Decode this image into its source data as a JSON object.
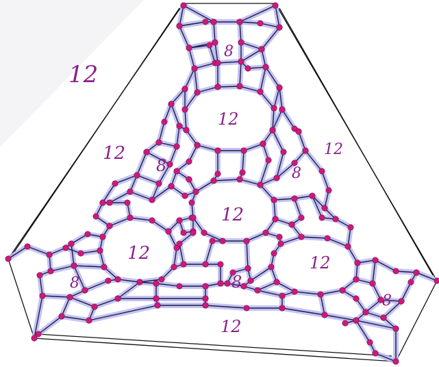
{
  "diagram": {
    "ring_labels": [
      {
        "id": "outer-top-left",
        "text": "12"
      },
      {
        "id": "outer-left",
        "text": "12"
      },
      {
        "id": "outer-right",
        "text": "12"
      },
      {
        "id": "outer-bottom",
        "text": "12"
      },
      {
        "id": "cage-top",
        "text": "12"
      },
      {
        "id": "cage-center",
        "text": "12"
      },
      {
        "id": "cage-left",
        "text": "12"
      },
      {
        "id": "cage-right",
        "text": "12"
      },
      {
        "id": "window-top",
        "text": "8"
      },
      {
        "id": "window-left",
        "text": "8"
      },
      {
        "id": "window-right",
        "text": "8"
      },
      {
        "id": "window-bottom-left",
        "text": "8"
      },
      {
        "id": "window-bottom-mid",
        "text": "8"
      },
      {
        "id": "window-bottom-right",
        "text": "8"
      }
    ],
    "colors": {
      "node": "#cc1a7a",
      "edge": "#1a1a40",
      "highlight": "#b9b9f2",
      "label": "#8a1f8a",
      "frame": "#111111"
    }
  }
}
